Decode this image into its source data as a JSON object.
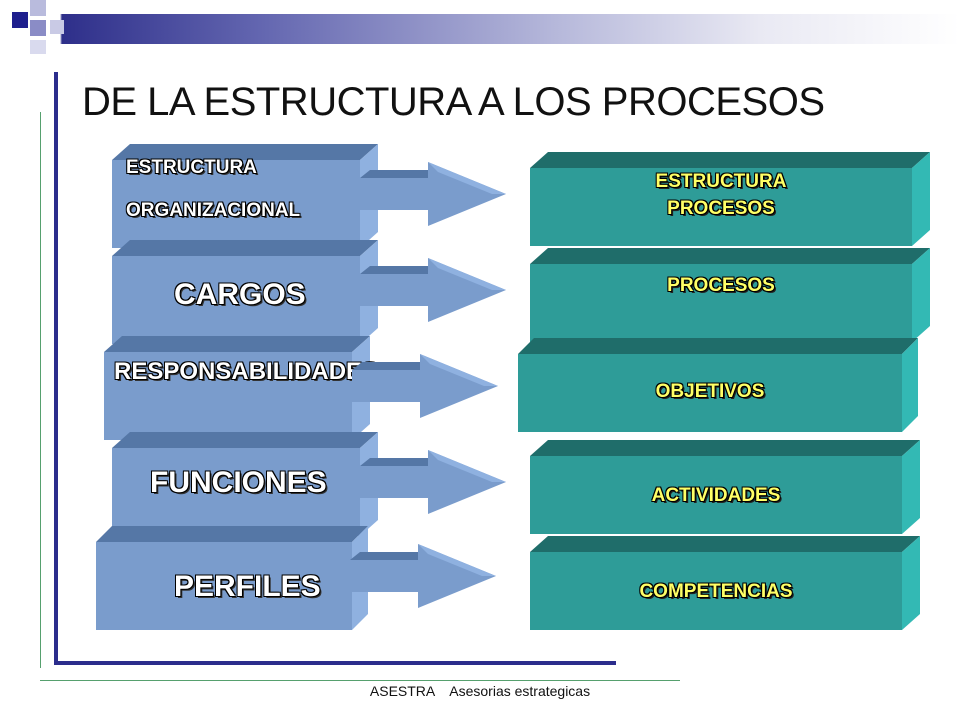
{
  "title": "DE LA ESTRUCTURA A LOS PROCESOS",
  "footer": "ASESTRA    Asesorias estrategicas",
  "left_blocks": [
    {
      "line1": "ESTRUCTURA",
      "line2": "ORGANIZACIONAL"
    },
    {
      "label": "CARGOS"
    },
    {
      "label": "RESPONSABILIDADES"
    },
    {
      "label": "FUNCIONES"
    },
    {
      "label": "PERFILES"
    }
  ],
  "right_blocks": [
    {
      "line1": "ESTRUCTURA",
      "line2": "PROCESOS"
    },
    {
      "label": "PROCESOS"
    },
    {
      "label": "OBJETIVOS"
    },
    {
      "label": "ACTIVIDADES"
    },
    {
      "label": "COMPETENCIAS"
    }
  ],
  "colors": {
    "blue_face": "#7a9ccc",
    "blue_top": "#5577a6",
    "blue_side": "#8fb1e0",
    "green_face": "#2e9c98",
    "green_top": "#1f6d6a",
    "green_side": "#33b9b4",
    "green_text": "#ffff66",
    "frame": "#2b2d8c"
  }
}
